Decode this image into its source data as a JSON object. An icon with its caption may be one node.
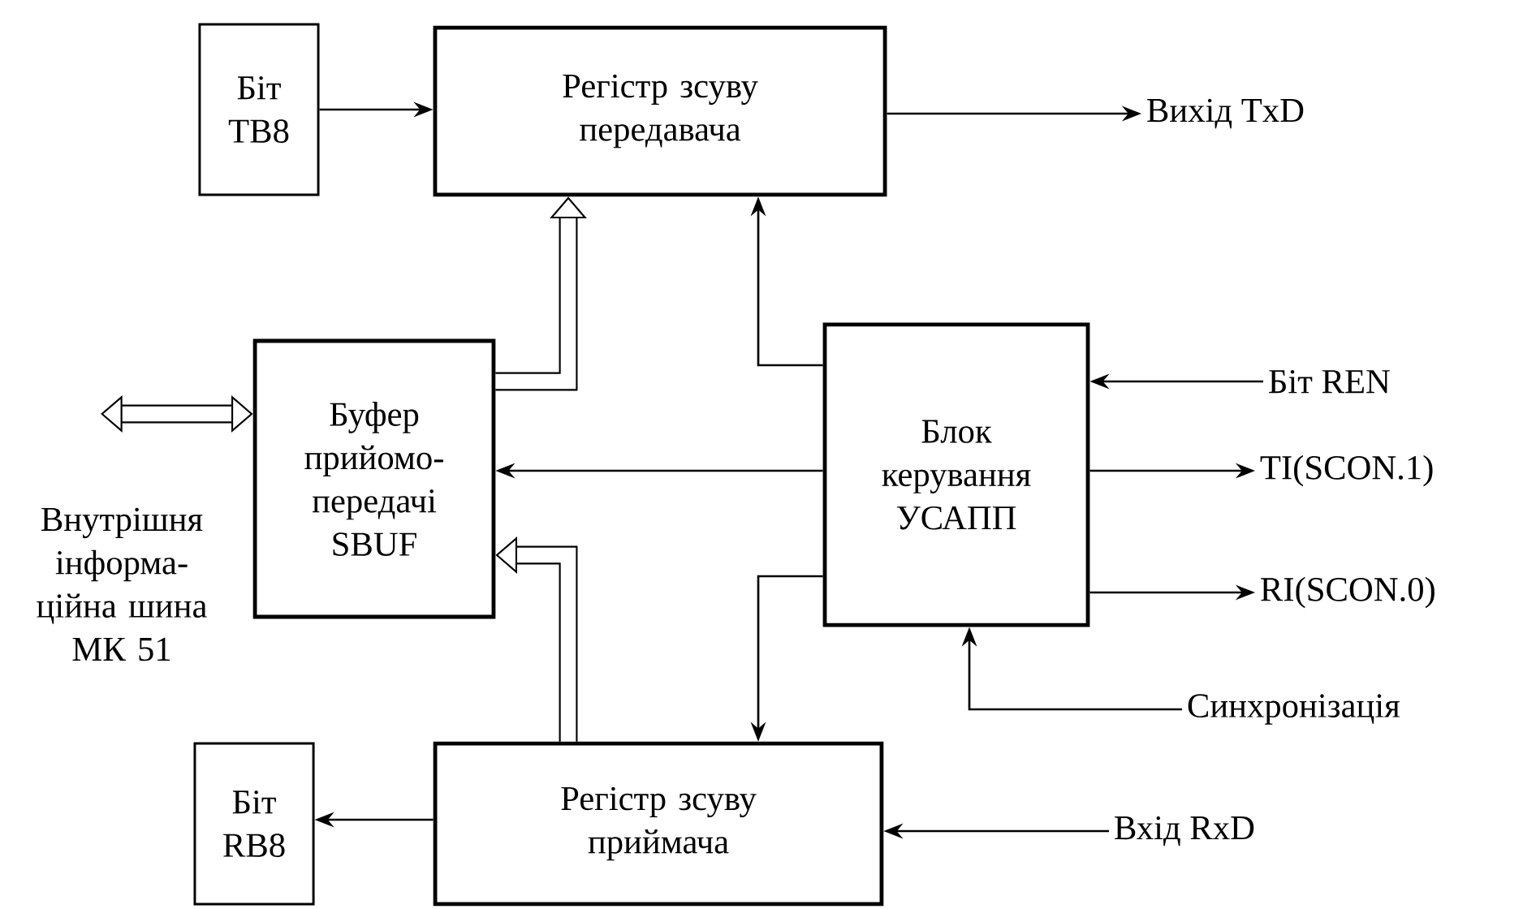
{
  "diagram": {
    "nodes": [
      {
        "text": [
          "Біт TB8"
        ]
      },
      {
        "text": [
          "Регістр зсуву передавача"
        ]
      },
      {
        "text": [
          "Буфер прийомо-передачі SBUF"
        ]
      },
      {
        "text": [
          "Блок керування УСАПП"
        ]
      },
      {
        "text": [
          "Біт RB8"
        ]
      },
      {
        "text": [
          "Регістр зсуву приймача"
        ]
      },
      {
        "text": [
          "Вихід TxD"
        ]
      },
      {
        "text": [
          "Біт REN"
        ]
      },
      {
        "text": [
          "TI(SCON.1)"
        ]
      },
      {
        "text": [
          "RI(SCON.0)"
        ]
      },
      {
        "text": [
          "Синхронізація"
        ]
      },
      {
        "text": [
          "Вхід RxD"
        ]
      }
    ],
    "edges": [
      {
        "from": 0,
        "to": 1,
        "arrow": "to"
      },
      {
        "from": 1,
        "to": 6,
        "arrow": "to"
      },
      {
        "from": 2,
        "to": 1,
        "arrow": "to",
        "style": "thick"
      },
      {
        "from": 3,
        "to": 1,
        "arrow": "to"
      },
      {
        "from": 3,
        "to": 2,
        "arrow": "to"
      },
      {
        "from": null,
        "to": 2,
        "arrow": "both",
        "style": "thick"
      },
      {
        "from": 7,
        "to": 3,
        "arrow": "to"
      },
      {
        "from": 3,
        "to": 8,
        "arrow": "to"
      },
      {
        "from": 3,
        "to": 9,
        "arrow": "to"
      },
      {
        "from": 10,
        "to": 3,
        "arrow": "to"
      },
      {
        "from": 3,
        "to": 5,
        "arrow": "to"
      },
      {
        "from": 5,
        "to": 2,
        "arrow": "to",
        "style": "thick"
      },
      {
        "from": 5,
        "to": 4,
        "arrow": "to"
      },
      {
        "from": 11,
        "to": 5,
        "arrow": "to"
      }
    ],
    "labels": [
      "Внутрішня інформа-ційна шина МК 51"
    ]
  }
}
